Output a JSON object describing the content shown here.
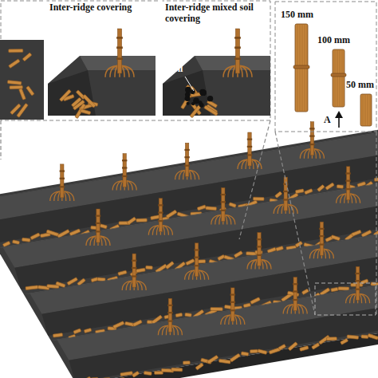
{
  "diagram": {
    "labels": [
      "Inter-ridge covering",
      "Inter-ridge mixed soil covering",
      "soil",
      "150 mm",
      "100 mm",
      "50 mm",
      "A"
    ]
  }
}
